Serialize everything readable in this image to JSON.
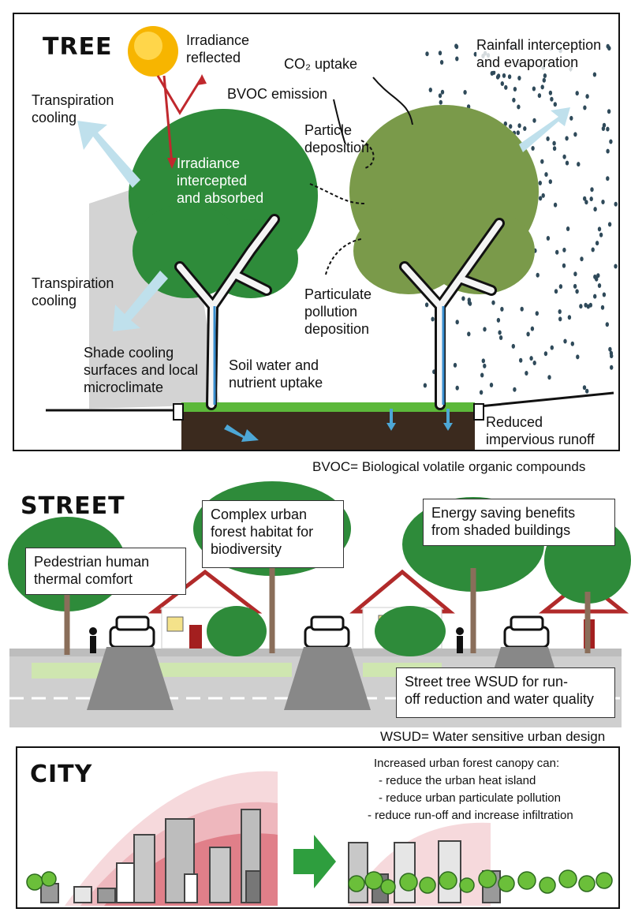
{
  "tree": {
    "title": "TREE",
    "irradiance_reflected": "Irradiance\nreflected",
    "co2_uptake": "CO₂ uptake",
    "rainfall": "Rainfall interception\nand evaporation",
    "bvoc_emission": "BVOC emission",
    "transpiration_top": "Transpiration\ncooling",
    "particle_deposition": "Particle\ndeposition",
    "irradiance_absorbed": "Irradiance\nintercepted\nand absorbed",
    "transpiration_bottom": "Transpiration\ncooling",
    "particulate_pollution": "Particulate\npollution\ndeposition",
    "shade_cooling": "Shade cooling\nsurfaces and local\nmicroclimate",
    "soil_water": "Soil water and\nnutrient uptake",
    "reduced_runoff": "Reduced\nimpervious runoff",
    "footnote": "BVOC= Biological volatile organic compounds"
  },
  "street": {
    "title": "STREET",
    "habitat": "Complex urban\nforest habitat for\nbiodiversity",
    "energy": "Energy saving benefits\nfrom shaded buildings",
    "pedestrian": "Pedestrian human\nthermal comfort",
    "wsud": "Street tree WSUD for run-\noff reduction and water quality",
    "footnote": "WSUD= Water sensitive urban design"
  },
  "city": {
    "title": "CITY",
    "benefits_heading": "Increased urban forest canopy can:",
    "benefits": [
      "- reduce the urban heat island",
      "- reduce urban particulate pollution",
      "- reduce run-off and increase infiltration"
    ]
  },
  "colors": {
    "canopy_green": "#2e8b3a",
    "canopy_olive": "#7a9a4a",
    "arrow_red": "#c0282d",
    "arrow_blue": "#bfe0ec",
    "heat_pink": "#e8a0a6",
    "arrow_green": "#2e9e3e"
  }
}
